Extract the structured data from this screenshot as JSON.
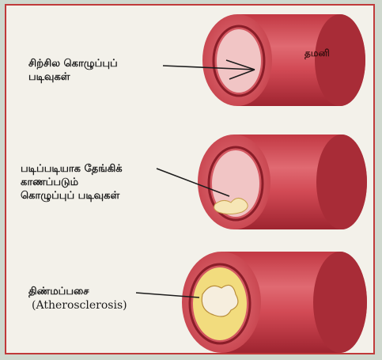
{
  "labels": {
    "artery": "தமனி",
    "stage1": "சிற்சில கொழுப்புப்\nபடிவுகள்",
    "stage2": "படிப்படியாக தேங்கிக்\nகாணப்படும்\nகொழுப்புப் படிவுகள்",
    "stage3": "திண்மப்பசை",
    "stage3_latin": "(Atherosclerosis)"
  },
  "colors": {
    "frame_border": "#c03a3a",
    "vessel_wall": "#d9535c",
    "vessel_lumen": "#f1c5c5",
    "plaque": "#f2dc7e"
  }
}
